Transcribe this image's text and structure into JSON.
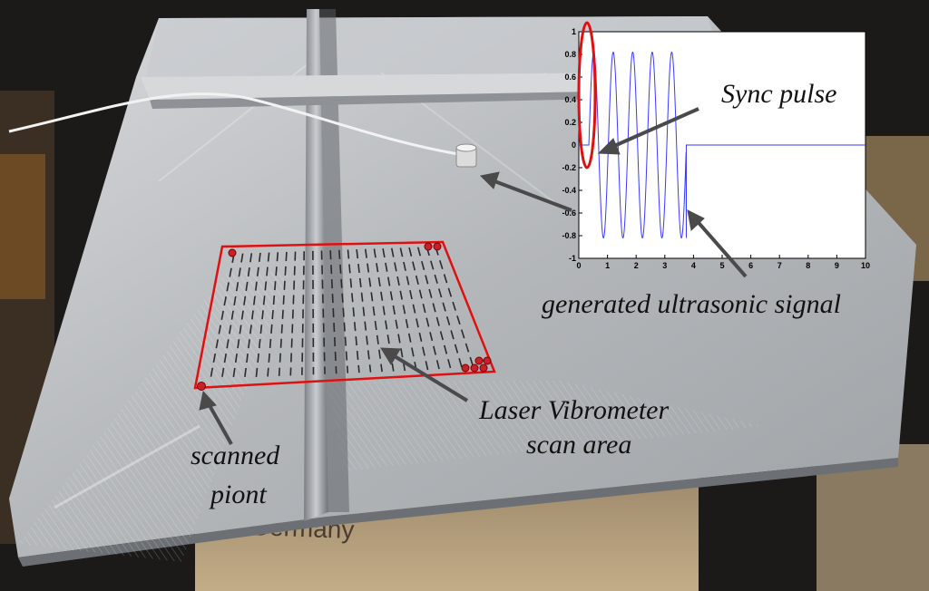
{
  "labels": {
    "sync_pulse": "Sync pulse",
    "generated_signal": "generated ultrasonic signal",
    "scan_area_line1": "Laser Vibrometer",
    "scan_area_line2": "scan area",
    "scanned_line1": "scanned",
    "scanned_line2": "piont",
    "box_text": "Germany"
  },
  "chart_data": {
    "type": "line",
    "title": "",
    "xlabel": "",
    "ylabel": "",
    "xlim": [
      0,
      10
    ],
    "ylim": [
      -1,
      1
    ],
    "x_ticks": [
      "0",
      "1",
      "2",
      "3",
      "4",
      "5",
      "6",
      "7",
      "8",
      "9",
      "10"
    ],
    "y_ticks": [
      "1",
      "0.8",
      "0.6",
      "0.4",
      "0.2",
      "0",
      "-0.2",
      "-0.4",
      "-0.6",
      "-0.8",
      "-1"
    ],
    "series": [
      {
        "cycles": 5,
        "amplitude": 0.82,
        "start_x": 0.35,
        "end_x": 3.75,
        "baseline": 0,
        "color": "#3a3aff"
      }
    ]
  },
  "colors": {
    "scan_border": "#e01010",
    "sync_ellipse": "#e01010",
    "plate": "#b9bcbf",
    "arrow": "#4a4a4a"
  }
}
